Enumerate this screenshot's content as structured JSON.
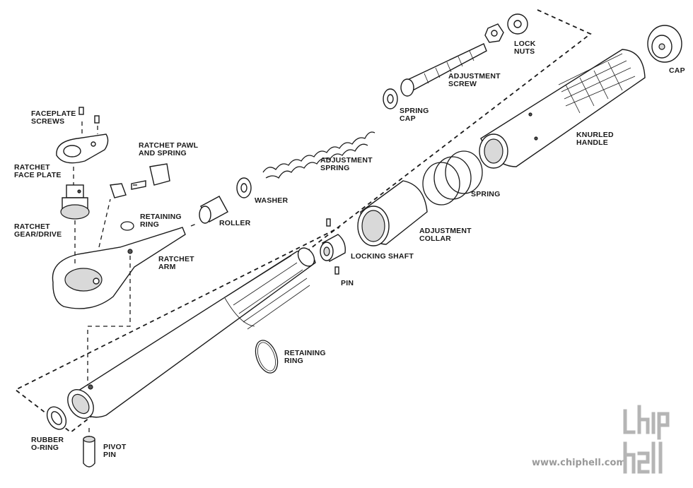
{
  "labels": {
    "faceplate_screws": "FACEPLATE\nSCREWS",
    "ratchet_face_plate": "RATCHET\nFACE PLATE",
    "ratchet_gear_drive": "RATCHET\nGEAR/DRIVE",
    "ratchet_pawl_spring": "RATCHET PAWL\nAND SPRING",
    "retaining_ring_top": "RETAINING\nRING",
    "roller": "ROLLER",
    "ratchet_arm": "RATCHET\nARM",
    "washer": "WASHER",
    "adjustment_spring": "ADJUSTMENT\nSPRING",
    "spring_cap": "SPRING\nCAP",
    "adjustment_screw": "ADJUSTMENT\nSCREW",
    "lock_nuts": "LOCK\nNUTS",
    "cap": "CAP",
    "knurled_handle": "KNURLED\nHANDLE",
    "spring": "SPRING",
    "adjustment_collar": "ADJUSTMENT\nCOLLAR",
    "locking_shaft": "LOCKING SHAFT",
    "pin": "PIN",
    "retaining_ring_bottom": "RETAINING\nRING",
    "rubber_o_ring": "RUBBER\nO-RING",
    "pivot_pin": "PIVOT\nPIN"
  },
  "watermark": {
    "url": "www.chiphell.com",
    "logo": "chiphell-logo"
  }
}
